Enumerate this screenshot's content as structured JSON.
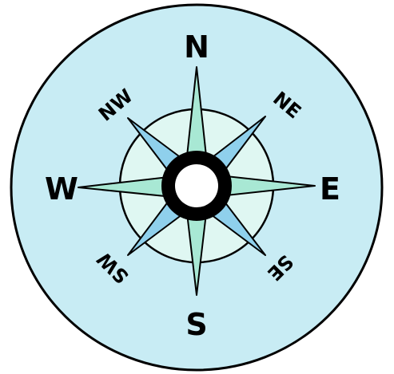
{
  "compass": {
    "labels": {
      "north": "N",
      "south": "S",
      "east": "E",
      "west": "W",
      "northeast": "NE",
      "northwest": "NW",
      "southeast": "SE",
      "southwest": "SW"
    },
    "colors": {
      "outer_disc": "#c8ecf4",
      "inner_ring": "#dff7f2",
      "cardinal_points": "#a8e8d4",
      "intercardinal_points": "#8fd0ec",
      "hub": "#000000",
      "hub_center": "#ffffff",
      "outline": "#000000"
    }
  }
}
